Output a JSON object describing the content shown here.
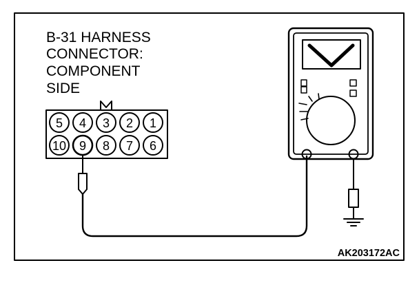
{
  "connector_label": [
    "B-31 HARNESS",
    "CONNECTOR:",
    "COMPONENT",
    "SIDE"
  ],
  "pins_top": [
    "5",
    "4",
    "3",
    "2",
    "1"
  ],
  "pins_bottom": [
    "10",
    "9",
    "8",
    "7",
    "6"
  ],
  "meter_display": "V",
  "drawing_code": "AK203172AC",
  "colors": {
    "line": "#000000",
    "background": "#ffffff"
  }
}
